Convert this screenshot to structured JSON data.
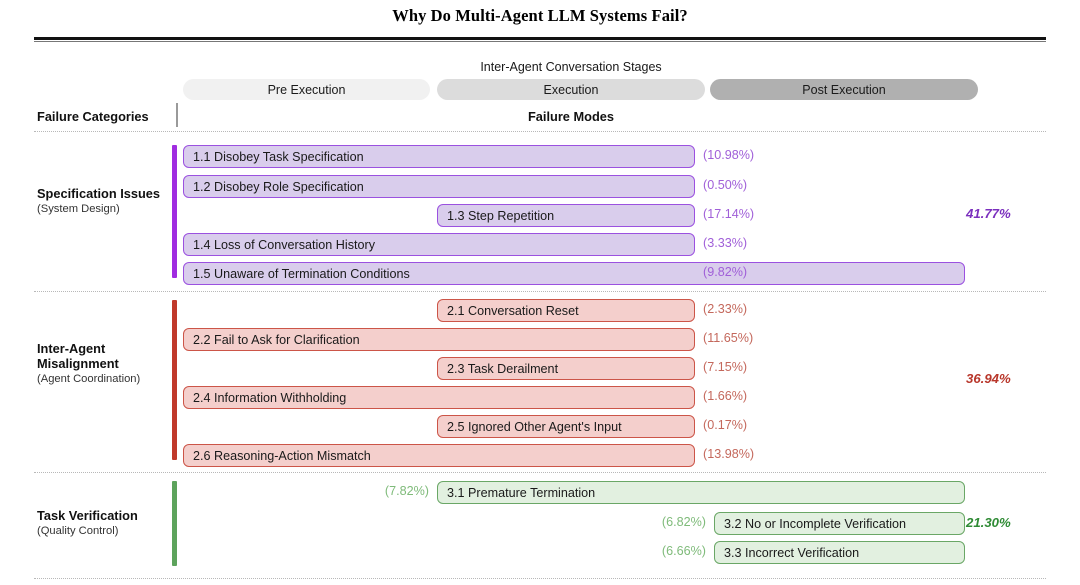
{
  "title": "Why Do Multi-Agent LLM Systems Fail?",
  "header": {
    "stages_label": "Inter-Agent Conversation Stages",
    "stage_pills": [
      {
        "label": "Pre Execution",
        "color": "#f1f1f1"
      },
      {
        "label": "Execution",
        "color": "#dcdcdc"
      },
      {
        "label": "Post Execution",
        "color": "#b0b0b0"
      }
    ],
    "failure_categories_label": "Failure Categories",
    "failure_modes_label": "Failure Modes"
  },
  "chart_data": {
    "type": "bar",
    "title": "Why Do Multi-Agent LLM Systems Fail?",
    "xlabel": "Inter-Agent Conversation Stages",
    "ylabel": "Failure Categories",
    "stages": [
      "Pre Execution",
      "Execution",
      "Post Execution"
    ],
    "categories": [
      {
        "name": "Specification Issues",
        "subtitle": "(System Design)",
        "total": "41.77%",
        "total_value": 41.77,
        "color": "#a02ce0",
        "modes": [
          {
            "label": "1.1 Disobey Task Specification",
            "pct": "(10.98%)",
            "value": 10.98,
            "start_stage": "Pre Execution",
            "end_stage": "Execution"
          },
          {
            "label": "1.2 Disobey Role Specification",
            "pct": "(0.50%)",
            "value": 0.5,
            "start_stage": "Pre Execution",
            "end_stage": "Execution"
          },
          {
            "label": "1.3 Step Repetition",
            "pct": "(17.14%)",
            "value": 17.14,
            "start_stage": "Execution",
            "end_stage": "Execution"
          },
          {
            "label": "1.4 Loss of Conversation History",
            "pct": "(3.33%)",
            "value": 3.33,
            "start_stage": "Pre Execution",
            "end_stage": "Execution"
          },
          {
            "label": "1.5 Unaware of Termination Conditions",
            "pct": "(9.82%)",
            "value": 9.82,
            "start_stage": "Pre Execution",
            "end_stage": "Post Execution"
          }
        ]
      },
      {
        "name": "Inter-Agent Misalignment",
        "subtitle": "(Agent Coordination)",
        "total": "36.94%",
        "total_value": 36.94,
        "color": "#c0392b",
        "modes": [
          {
            "label": "2.1 Conversation Reset",
            "pct": "(2.33%)",
            "value": 2.33,
            "start_stage": "Execution",
            "end_stage": "Execution"
          },
          {
            "label": "2.2 Fail to Ask for Clarification",
            "pct": "(11.65%)",
            "value": 11.65,
            "start_stage": "Pre Execution",
            "end_stage": "Execution"
          },
          {
            "label": "2.3 Task Derailment",
            "pct": "(7.15%)",
            "value": 7.15,
            "start_stage": "Execution",
            "end_stage": "Execution"
          },
          {
            "label": "2.4 Information Withholding",
            "pct": "(1.66%)",
            "value": 1.66,
            "start_stage": "Pre Execution",
            "end_stage": "Execution"
          },
          {
            "label": "2.5 Ignored Other Agent's Input",
            "pct": "(0.17%)",
            "value": 0.17,
            "start_stage": "Execution",
            "end_stage": "Execution"
          },
          {
            "label": "2.6 Reasoning-Action Mismatch",
            "pct": "(13.98%)",
            "value": 13.98,
            "start_stage": "Pre Execution",
            "end_stage": "Execution"
          }
        ]
      },
      {
        "name": "Task Verification",
        "subtitle": "(Quality Control)",
        "total": "21.30%",
        "total_value": 21.3,
        "color": "#5da35c",
        "modes": [
          {
            "label": "3.1  Premature Termination",
            "pct": "(7.82%)",
            "value": 7.82,
            "start_stage": "Execution",
            "end_stage": "Post Execution"
          },
          {
            "label": "3.2 No or Incomplete Verification",
            "pct": "(6.82%)",
            "value": 6.82,
            "start_stage": "Post Execution",
            "end_stage": "Post Execution"
          },
          {
            "label": "3.3 Incorrect Verification",
            "pct": "(6.66%)",
            "value": 6.66,
            "start_stage": "Post Execution",
            "end_stage": "Post Execution"
          }
        ]
      }
    ]
  }
}
